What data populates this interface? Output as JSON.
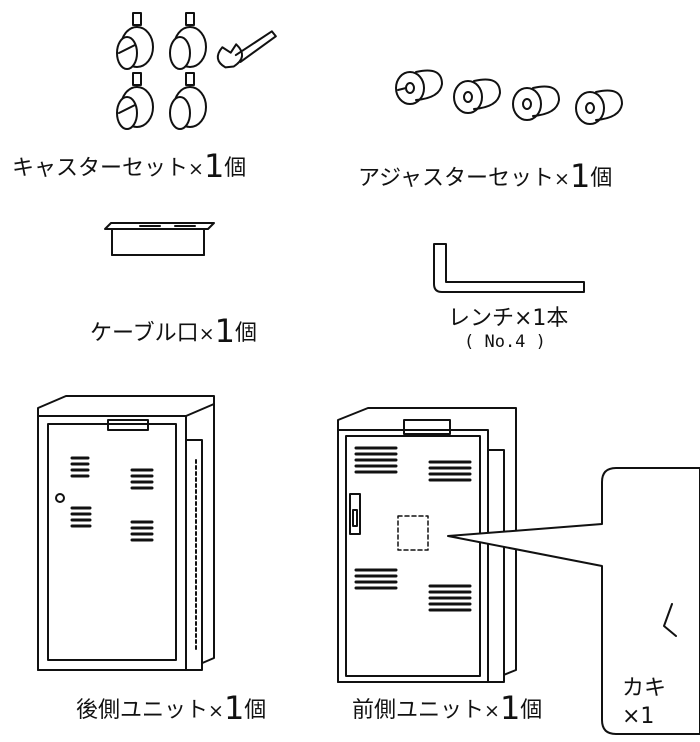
{
  "parts": {
    "caster_set": {
      "name": "キャスターセット",
      "times": "×",
      "count": "1",
      "unit": "個"
    },
    "adjuster_set": {
      "name": "アジャスターセット",
      "times": "×",
      "count": "1",
      "unit": "個"
    },
    "cable_port": {
      "name": "ケーブル口",
      "times": "×",
      "count": "1",
      "unit": "個"
    },
    "wrench": {
      "line1": "レンチ×1本",
      "line2": "( No.4 )"
    },
    "rear_unit": {
      "name": "後側ユニット",
      "times": "×",
      "count": "1",
      "unit": "個"
    },
    "front_unit": {
      "name": "前側ユニット",
      "times": "×",
      "count": "1",
      "unit": "個"
    },
    "key_callout": {
      "line1": "カキ",
      "line2": "×1"
    }
  }
}
